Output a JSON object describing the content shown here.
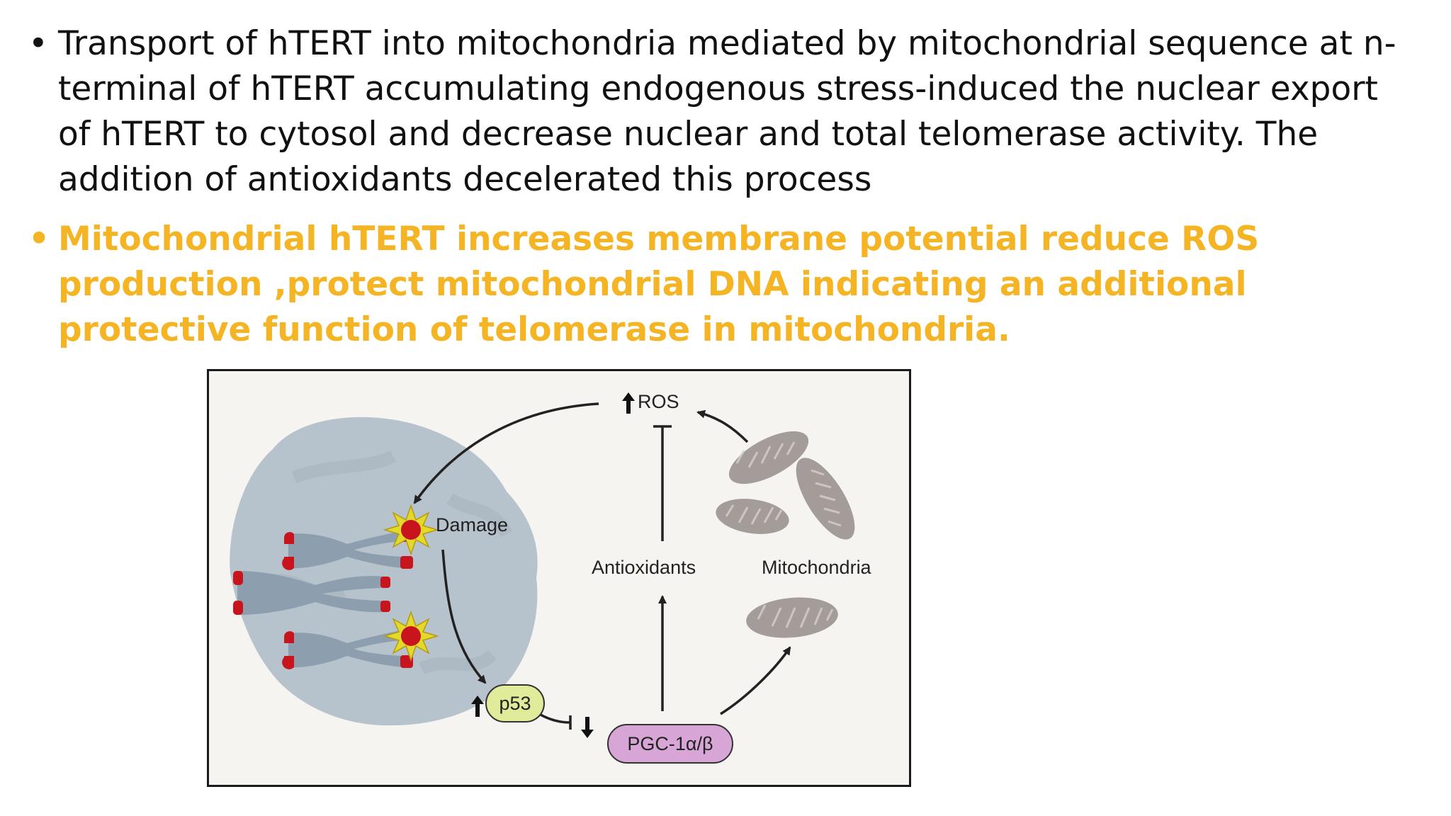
{
  "slide": {
    "bullets": [
      {
        "marker": "•",
        "text": "Transport of hTERT into mitochondria mediated by mitochondrial sequence at n-terminal of hTERT accumulating endogenous stress-induced the nuclear export of hTERT to cytosol and decrease nuclear and total telomerase activity. The addition of antioxidants decelerated this process",
        "color": "#111111"
      },
      {
        "marker": "•",
        "text": "Mitochondrial hTERT increases membrane potential reduce ROS production ,protect mitochondrial DNA indicating an additional protective function of telomerase in mitochondria.",
        "color": "#f4b424"
      }
    ]
  },
  "diagram": {
    "nodes": {
      "ros": "ROS",
      "damage": "Damage",
      "antioxidants": "Antioxidants",
      "mitochondria": "Mitochondria",
      "p53": "p53",
      "pgc": "PGC-1α/β"
    },
    "colors": {
      "p53_fill": "#e0ec9a",
      "pgc_fill": "#d8a6d6",
      "chromosome": "#8d9fae",
      "telomere": "#c8141c",
      "nucleus": "#b7c3cc",
      "mitochondria": "#a39c99"
    }
  }
}
